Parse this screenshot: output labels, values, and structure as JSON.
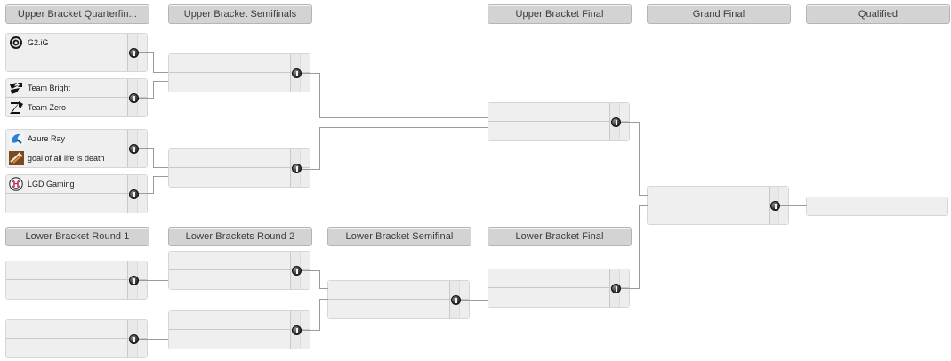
{
  "bracket": {
    "upper_headers": [
      {
        "label": "Upper Bracket Quarterfin...",
        "name": "upper-bracket-quarterfinals"
      },
      {
        "label": "Upper Bracket Semifinals",
        "name": "upper-bracket-semifinals"
      },
      {
        "label": "Upper Bracket Final",
        "name": "upper-bracket-final"
      },
      {
        "label": "Grand Final",
        "name": "grand-final"
      },
      {
        "label": "Qualified",
        "name": "qualified"
      }
    ],
    "lower_headers": [
      {
        "label": "Lower Bracket Round 1",
        "name": "lower-bracket-round-1"
      },
      {
        "label": "Lower Brackets Round 2",
        "name": "lower-bracket-round-2"
      },
      {
        "label": "Lower Bracket Semifinal",
        "name": "lower-bracket-semifinal"
      },
      {
        "label": "Lower Bracket Final",
        "name": "lower-bracket-final"
      }
    ],
    "upper_quarterfinals": [
      {
        "top": {
          "name": "G2.iG",
          "logo": "g2ig-logo",
          "score": ""
        },
        "bottom": {
          "name": "",
          "logo": "",
          "score": ""
        }
      },
      {
        "top": {
          "name": "Team Bright",
          "logo": "team-bright-logo",
          "score": ""
        },
        "bottom": {
          "name": "Team Zero",
          "logo": "team-zero-logo",
          "score": ""
        }
      },
      {
        "top": {
          "name": "Azure Ray",
          "logo": "azure-ray-logo",
          "score": ""
        },
        "bottom": {
          "name": "goal of all life is death",
          "logo": "goal-of-all-life-is-death-logo",
          "score": ""
        }
      },
      {
        "top": {
          "name": "LGD Gaming",
          "logo": "lgd-gaming-logo",
          "score": ""
        },
        "bottom": {
          "name": "",
          "logo": "",
          "score": ""
        }
      }
    ],
    "upper_semifinals": [
      {
        "top": {
          "name": "",
          "score": ""
        },
        "bottom": {
          "name": "",
          "score": ""
        }
      },
      {
        "top": {
          "name": "",
          "score": ""
        },
        "bottom": {
          "name": "",
          "score": ""
        }
      }
    ],
    "upper_final": [
      {
        "top": {
          "name": "",
          "score": ""
        },
        "bottom": {
          "name": "",
          "score": ""
        }
      }
    ],
    "grand_final": [
      {
        "top": {
          "name": "",
          "score": ""
        },
        "bottom": {
          "name": "",
          "score": ""
        }
      }
    ],
    "qualified": [
      {
        "top": {
          "name": "",
          "score": ""
        }
      }
    ],
    "lower_round_1": [
      {
        "top": {
          "name": "",
          "score": ""
        },
        "bottom": {
          "name": "",
          "score": ""
        }
      },
      {
        "top": {
          "name": "",
          "score": ""
        },
        "bottom": {
          "name": "",
          "score": ""
        }
      }
    ],
    "lower_round_2": [
      {
        "top": {
          "name": "",
          "score": ""
        },
        "bottom": {
          "name": "",
          "score": ""
        }
      },
      {
        "top": {
          "name": "",
          "score": ""
        },
        "bottom": {
          "name": "",
          "score": ""
        }
      }
    ],
    "lower_semifinal": [
      {
        "top": {
          "name": "",
          "score": ""
        },
        "bottom": {
          "name": "",
          "score": ""
        }
      }
    ],
    "lower_final": [
      {
        "top": {
          "name": "",
          "score": ""
        },
        "bottom": {
          "name": "",
          "score": ""
        }
      }
    ],
    "colors": {
      "header_bg": "#d3d3d3",
      "match_bg": "#efefef",
      "line": "#9b9b9b",
      "border": "#d6d6d6",
      "text": "#1d1d1d"
    }
  }
}
